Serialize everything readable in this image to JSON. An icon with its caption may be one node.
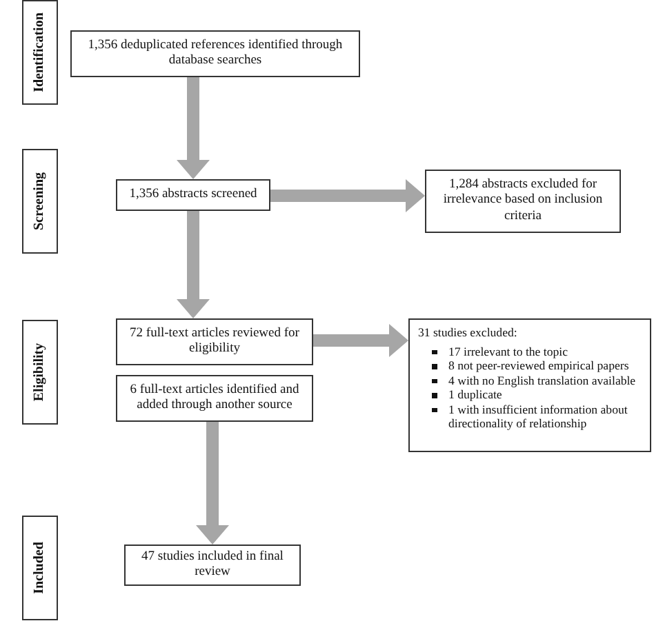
{
  "diagram": {
    "nodes": [
      {
        "text": [
          "Identification"
        ]
      },
      {
        "text": [
          "1,356 deduplicated references identified through database searches"
        ]
      },
      {
        "text": [
          "Screening"
        ]
      },
      {
        "text": [
          "1,356 abstracts screened"
        ]
      },
      {
        "text": [
          "1,284 abstracts excluded for irrelevance based on inclusion criteria"
        ]
      },
      {
        "text": [
          "Eligibility"
        ]
      },
      {
        "text": [
          "72 full-text articles reviewed for eligibility"
        ]
      },
      {
        "text": [
          "6 full-text articles identified and added through another source"
        ]
      },
      {
        "text": [
          "31 studies excluded:",
          "17 irrelevant to the topic",
          "8 not peer-reviewed empirical papers",
          "4 with no English translation available",
          "1 duplicate",
          "1 with insufficient information about directionality of relationship"
        ]
      },
      {
        "text": [
          "Included"
        ]
      },
      {
        "text": [
          "47 studies included in final review"
        ]
      }
    ],
    "edges": [
      {
        "from": 1,
        "to": 3,
        "arrow": "to"
      },
      {
        "from": 3,
        "to": 4,
        "arrow": "to"
      },
      {
        "from": 3,
        "to": 6,
        "arrow": "to"
      },
      {
        "from": 6,
        "to": 8,
        "arrow": "to"
      },
      {
        "from": 7,
        "to": 10,
        "arrow": "to"
      }
    ]
  }
}
